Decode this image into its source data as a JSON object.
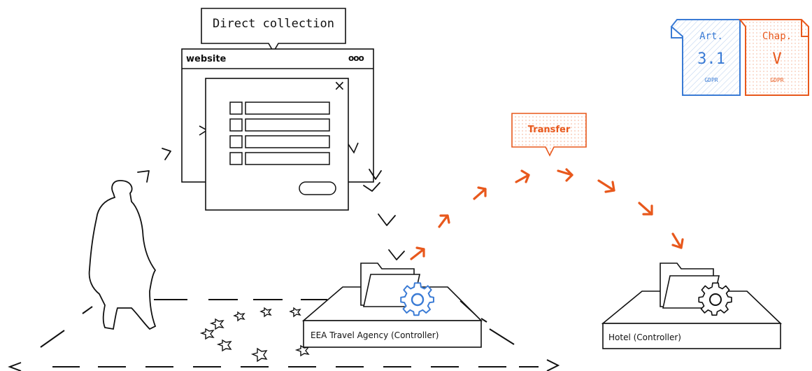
{
  "labels": {
    "direct_collection": "Direct collection",
    "website": "website",
    "window_dots": "ooo",
    "close": "×",
    "transfer": "Transfer",
    "travel_agency": "EEA Travel Agency (Controller)",
    "hotel": "Hotel (Controller)"
  },
  "documents": {
    "art": {
      "line1": "Art.",
      "line2": "3.1",
      "line3": "GDPR",
      "color": "#3a7bd5"
    },
    "chap": {
      "line1": "Chap.",
      "line2": "V",
      "line3": "GDPR",
      "color": "#e8581c"
    }
  },
  "colors": {
    "ink": "#111111",
    "accent_orange": "#e8581c",
    "accent_blue": "#3a7bd5"
  },
  "icons": [
    "person-icon",
    "folder-icon",
    "gear-icon",
    "star-icon",
    "arrow-icon"
  ]
}
